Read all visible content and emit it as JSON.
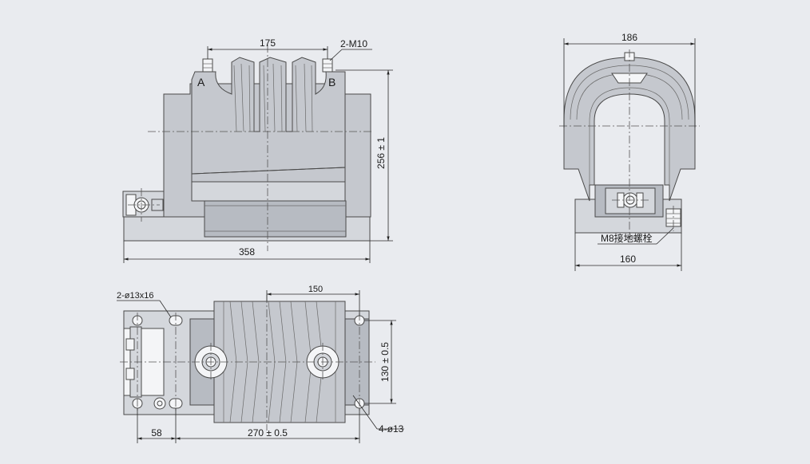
{
  "front_view": {
    "dim_top": "175",
    "thread_label": "2-M10",
    "terminal_a": "A",
    "terminal_b": "B",
    "dim_height": "256 ± 1",
    "dim_bottom": "358"
  },
  "side_view": {
    "dim_top": "186",
    "ground_bolt_label": "M8接地螺栓",
    "dim_bottom": "160"
  },
  "plan_view": {
    "slot_label": "2-ø13x16",
    "dim_top": "150",
    "dim_height": "130 ± 0.5",
    "hole_label": "4-ø13",
    "dim_left": "58",
    "dim_bottom": "270 ± 0.5"
  }
}
